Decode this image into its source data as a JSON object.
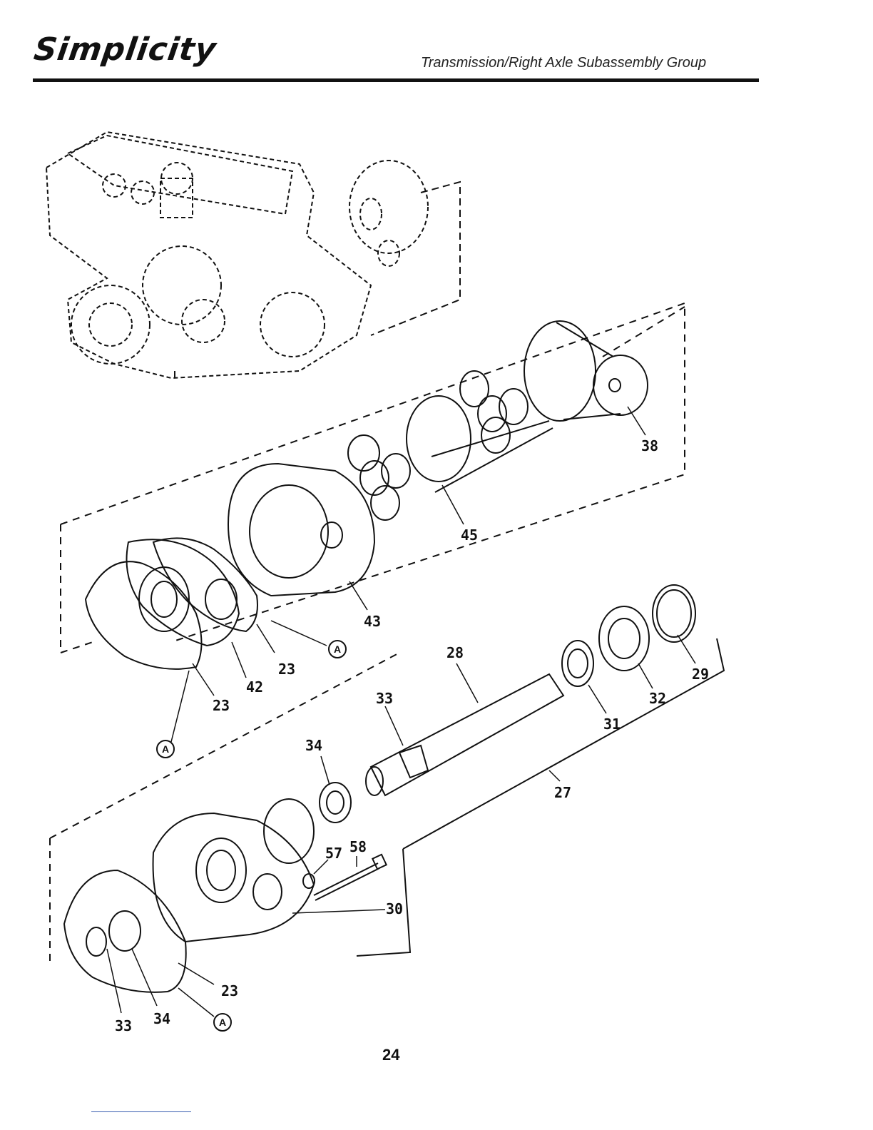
{
  "header": {
    "brand": "Simplicity",
    "section_title": "Transmission/Right Axle Subassembly Group"
  },
  "diagram": {
    "callouts": {
      "c38": "38",
      "c45": "45",
      "c43": "43",
      "c23a": "23",
      "c42": "42",
      "c23b": "23",
      "c28": "28",
      "c33a": "33",
      "c29": "29",
      "c32": "32",
      "c31": "31",
      "c34a": "34",
      "c27": "27",
      "c57": "57",
      "c58": "58",
      "c30": "30",
      "c23c": "23",
      "c33b": "33",
      "c34b": "34"
    },
    "reference_marks": {
      "a1": "A",
      "a2": "A",
      "a3": "A"
    }
  },
  "footer": {
    "page_number": "24"
  }
}
